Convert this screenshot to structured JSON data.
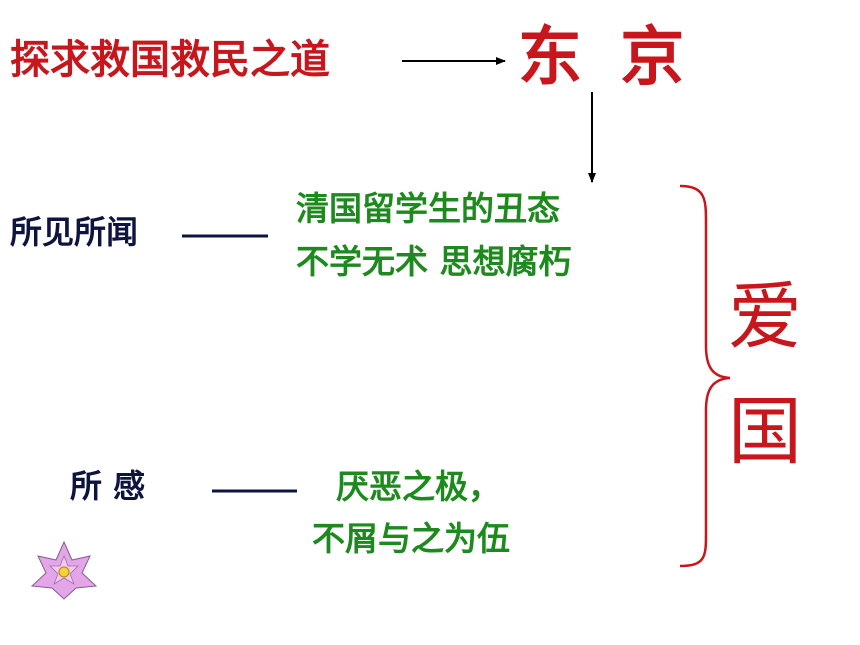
{
  "journey": {
    "goal": "探求救国救民之道",
    "destination": "东 京"
  },
  "seen": {
    "label": "所见所闻",
    "line1": "清国留学生的丑态",
    "line2": "不学无术  思想腐朽"
  },
  "felt": {
    "label": "所    感",
    "line1": "厌恶之极，",
    "line2": "不屑与之为伍"
  },
  "conclusion": {
    "char1": "爱",
    "char2": "国"
  },
  "colors": {
    "red": "#c8161d",
    "green": "#1d8a1d",
    "navy": "#0d1440",
    "flower": "#e3a6e8"
  },
  "icons": {
    "decoration": "lotus-flower-icon"
  }
}
